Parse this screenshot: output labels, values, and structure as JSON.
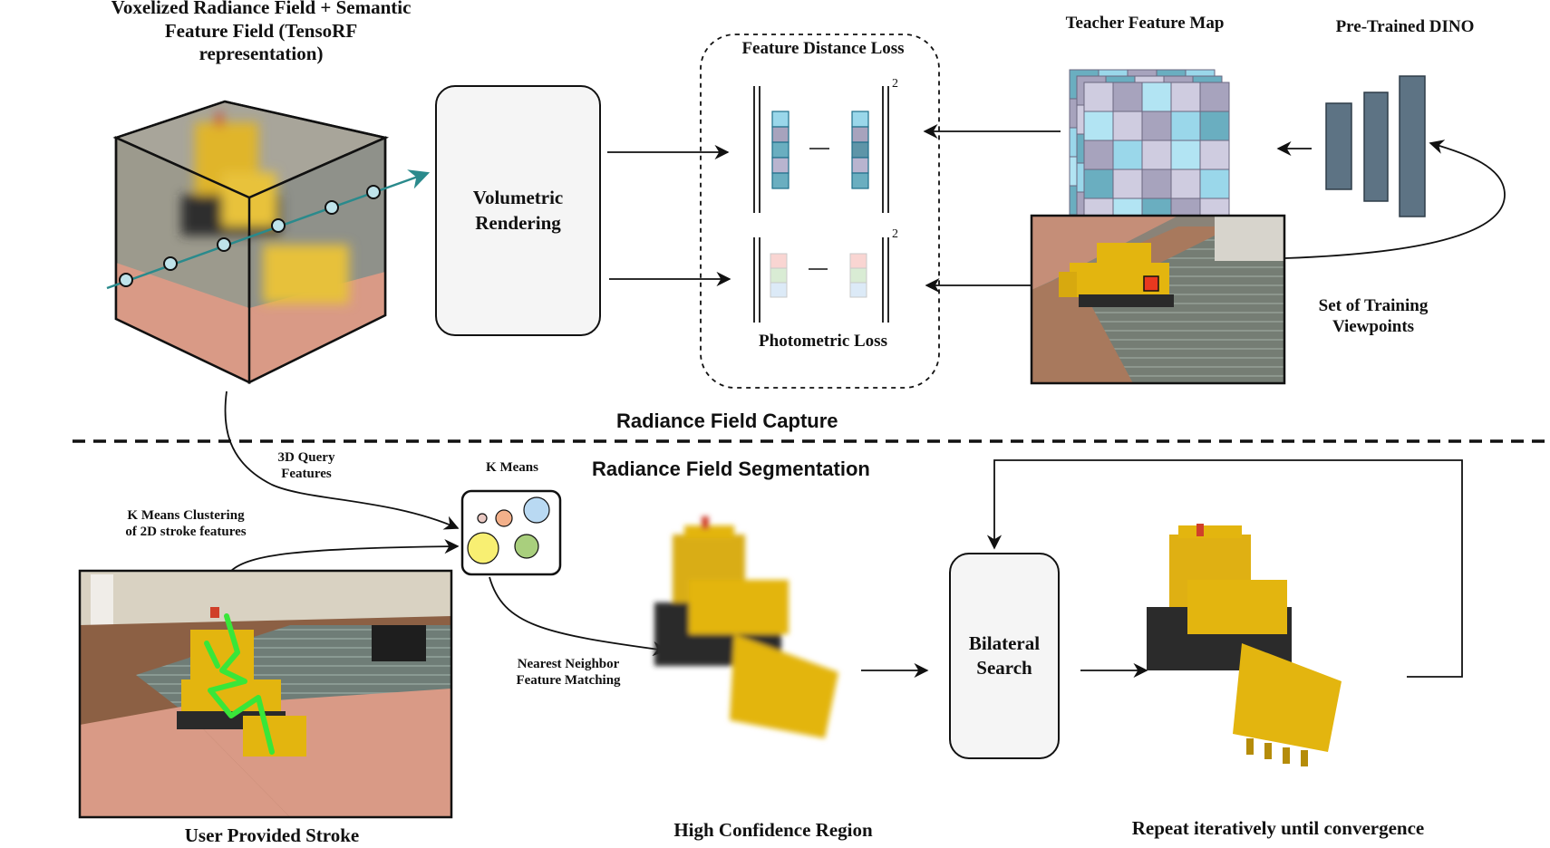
{
  "top": {
    "section_title": "Radiance Field Capture",
    "voxel_title": "Voxelized Radiance Field + Semantic Feature Field (TensoRF representation)",
    "volumetric_box": "Volumetric Rendering",
    "feature_loss": "Feature Distance Loss",
    "photometric_loss": "Photometric Loss",
    "squared_exponent": "2",
    "teacher_map": "Teacher Feature Map",
    "dino": "Pre-Trained DINO",
    "training_views": "Set of Training Viewpoints"
  },
  "bottom": {
    "section_title": "Radiance Field Segmentation",
    "query_features": "3D Query Features",
    "kmeans": "K Means",
    "kmeans_2d": "K Means Clustering of 2D stroke features",
    "user_stroke": "User Provided Stroke",
    "nn_matching": "Nearest Neighbor Feature Matching",
    "high_conf": "High Confidence Region",
    "bilateral_box": "Bilateral Search",
    "repeat": "Repeat iteratively until convergence"
  },
  "colors": {
    "ray": "#2a8a8c",
    "feature_light": "#9ad7ea",
    "feature_mid": "#6aaec0",
    "feature_gray": "#a7a3bd",
    "dino_bar": "#5d7384",
    "stroke_green": "#39e639",
    "toy_yellow": "#e3b50f",
    "floor_salmon": "#d99a86"
  }
}
